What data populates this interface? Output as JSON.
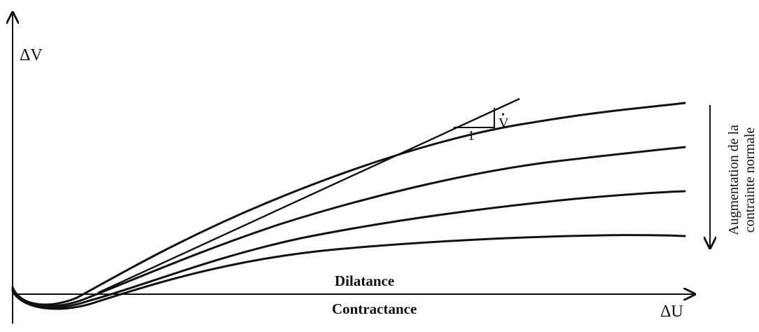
{
  "diagram": {
    "y_axis_label": "ΔV",
    "x_axis_label": "ΔU",
    "region_above_label": "Dilatance",
    "region_below_label": "Contractance",
    "slope_run_label": "1",
    "slope_rise_label": "V",
    "slope_rise_accent": "•",
    "side_note_line1": "Augmentation de la",
    "side_note_line2": "contrainte normale",
    "curve_count": 4
  }
}
